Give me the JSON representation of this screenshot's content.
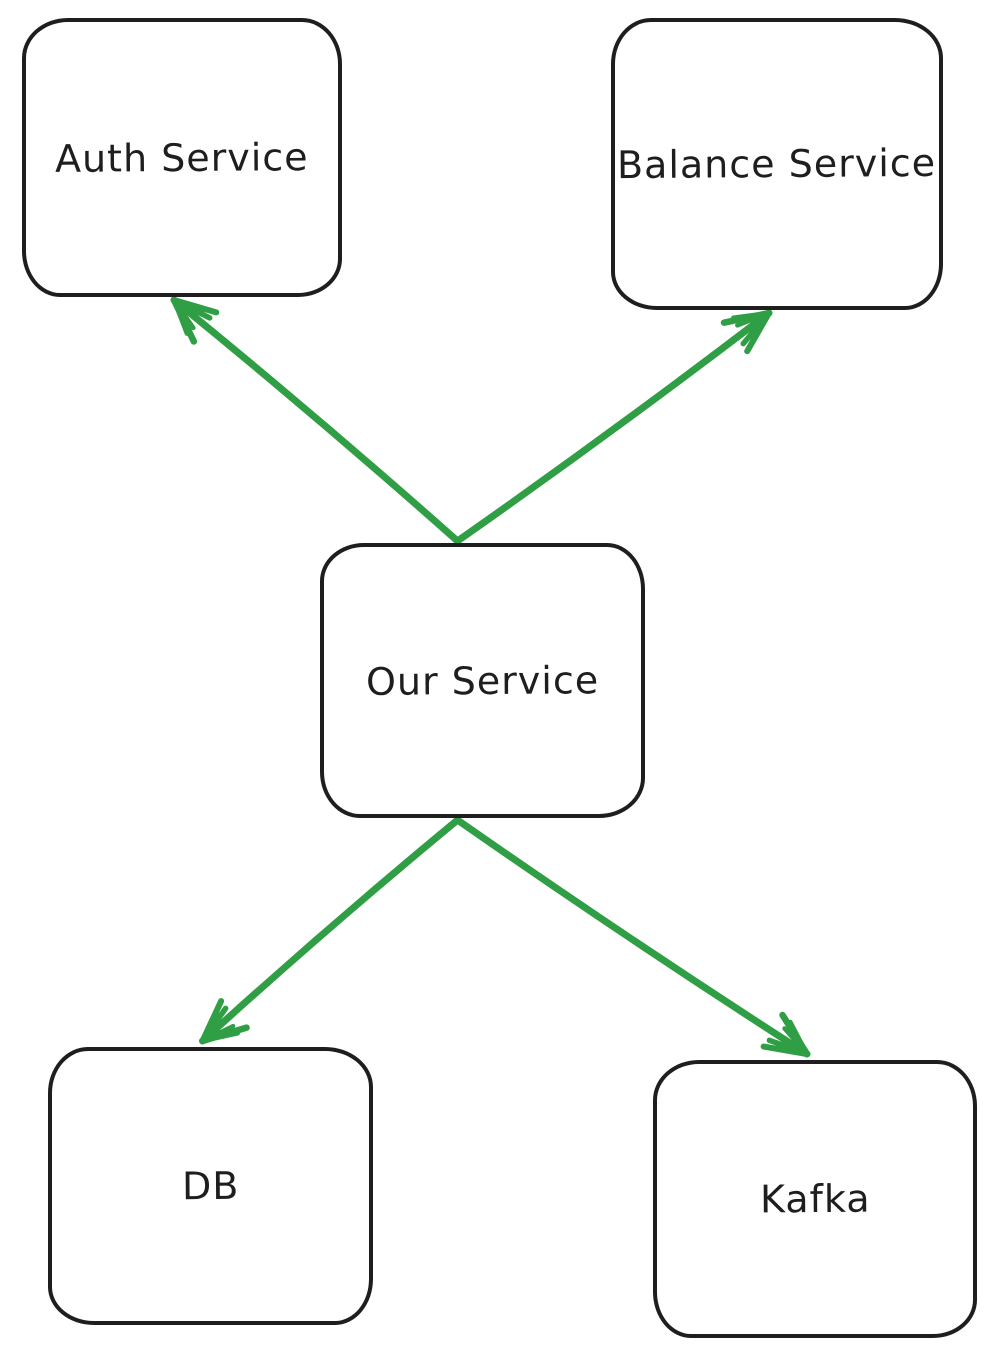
{
  "diagram": {
    "background_color": "#ffffff",
    "node_stroke_color": "#1e1e1e",
    "node_fill_color": "#ffffff",
    "text_color": "#1e1e1e",
    "arrow_color": "#2f9e44",
    "nodes": [
      {
        "id": "auth-service",
        "label": "Auth Service"
      },
      {
        "id": "balance-service",
        "label": "Balance Service"
      },
      {
        "id": "our-service",
        "label": "Our Service"
      },
      {
        "id": "db",
        "label": "DB"
      },
      {
        "id": "kafka",
        "label": "Kafka"
      }
    ],
    "edges": [
      {
        "from": "our-service",
        "to": "auth-service",
        "arrowhead": "end"
      },
      {
        "from": "our-service",
        "to": "balance-service",
        "arrowhead": "end"
      },
      {
        "from": "our-service",
        "to": "db",
        "arrowhead": "end"
      },
      {
        "from": "our-service",
        "to": "kafka",
        "arrowhead": "end"
      }
    ]
  }
}
